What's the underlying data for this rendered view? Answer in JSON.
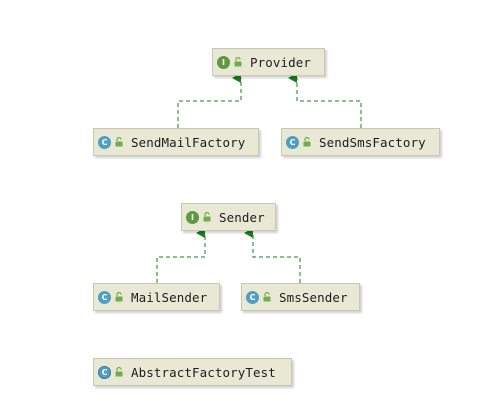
{
  "nodes": {
    "provider": {
      "kind": "interface",
      "badge": "I",
      "name": "Provider"
    },
    "send_mail_factory": {
      "kind": "class",
      "badge": "C",
      "name": "SendMailFactory"
    },
    "send_sms_factory": {
      "kind": "class",
      "badge": "C",
      "name": "SendSmsFactory"
    },
    "sender": {
      "kind": "interface",
      "badge": "I",
      "name": "Sender"
    },
    "mail_sender": {
      "kind": "class",
      "badge": "C",
      "name": "MailSender"
    },
    "sms_sender": {
      "kind": "class",
      "badge": "C",
      "name": "SmsSender"
    },
    "abstract_factory_test": {
      "kind": "class",
      "badge": "C",
      "name": "AbstractFactoryTest"
    }
  },
  "relations": [
    {
      "from": "send_mail_factory",
      "to": "provider",
      "type": "implements"
    },
    {
      "from": "send_sms_factory",
      "to": "provider",
      "type": "implements"
    },
    {
      "from": "mail_sender",
      "to": "sender",
      "type": "implements"
    },
    {
      "from": "sms_sender",
      "to": "sender",
      "type": "implements"
    }
  ],
  "colors": {
    "node_fill": "#e9e8d4",
    "node_border": "#c9c8b0",
    "edge": "#1a7f1a",
    "interface_badge": "#5d9a3e",
    "class_badge": "#4f9ec4",
    "lock": "#6fae4a"
  },
  "icons": {
    "interface": "interface-icon",
    "class": "class-icon",
    "visibility": "unlocked-icon"
  }
}
